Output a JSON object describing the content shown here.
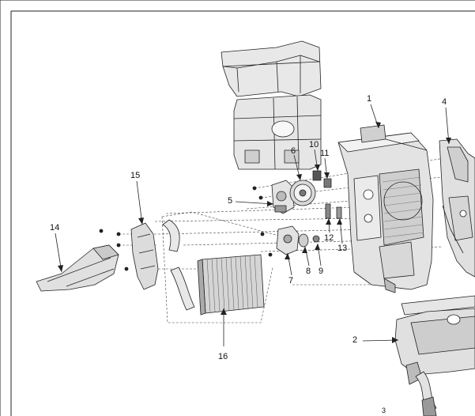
{
  "diagram": {
    "callouts": [
      {
        "id": "1",
        "text": "1"
      },
      {
        "id": "2",
        "text": "2"
      },
      {
        "id": "3",
        "text": "3"
      },
      {
        "id": "4",
        "text": "4"
      },
      {
        "id": "5",
        "text": "5"
      },
      {
        "id": "6",
        "text": "6"
      },
      {
        "id": "7",
        "text": "7"
      },
      {
        "id": "8",
        "text": "8"
      },
      {
        "id": "9",
        "text": "9"
      },
      {
        "id": "10",
        "text": "10"
      },
      {
        "id": "11",
        "text": "11"
      },
      {
        "id": "12",
        "text": "12"
      },
      {
        "id": "13",
        "text": "13"
      },
      {
        "id": "14",
        "text": "14"
      },
      {
        "id": "15",
        "text": "15"
      },
      {
        "id": "16",
        "text": "16"
      }
    ],
    "colors": {
      "line": "#222222",
      "part_fill": "#e6e6e6",
      "part_shade": "#bdbdbd",
      "dark": "#555555",
      "background": "#ffffff"
    }
  }
}
